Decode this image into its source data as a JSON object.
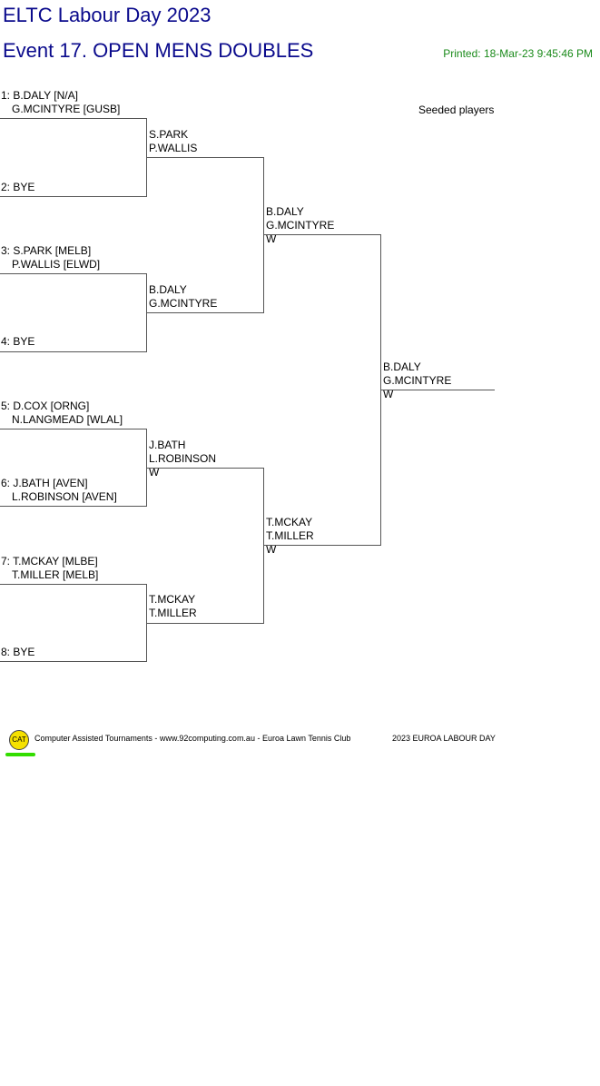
{
  "header": {
    "tournament": "ELTC Labour Day 2023",
    "event": "Event 17. OPEN MENS DOUBLES",
    "printed": "Printed: 18-Mar-23 9:45:46 PM",
    "seeded_note": "Seeded players"
  },
  "draw": {
    "r1": [
      {
        "seed": "1: B.DALY [N/A]",
        "partner": "G.MCINTYRE [GUSB]"
      },
      {
        "seed": "2: BYE",
        "partner": ""
      },
      {
        "seed": "3: S.PARK [MELB]",
        "partner": "P.WALLIS [ELWD]"
      },
      {
        "seed": "4: BYE",
        "partner": ""
      },
      {
        "seed": "5: D.COX [ORNG]",
        "partner": "N.LANGMEAD [WLAL]"
      },
      {
        "seed": "6: J.BATH [AVEN]",
        "partner": "L.ROBINSON [AVEN]"
      },
      {
        "seed": "7: T.MCKAY [MLBE]",
        "partner": "T.MILLER [MELB]"
      },
      {
        "seed": "8: BYE",
        "partner": ""
      }
    ],
    "r2": [
      {
        "p1": "S.PARK",
        "p2": "P.WALLIS",
        "note": ""
      },
      {
        "p1": "B.DALY",
        "p2": "G.MCINTYRE",
        "note": ""
      },
      {
        "p1": "J.BATH",
        "p2": "L.ROBINSON",
        "note": "W"
      },
      {
        "p1": "T.MCKAY",
        "p2": "T.MILLER",
        "note": ""
      }
    ],
    "r3": [
      {
        "p1": "B.DALY",
        "p2": "G.MCINTYRE",
        "note": "W"
      },
      {
        "p1": "T.MCKAY",
        "p2": "T.MILLER",
        "note": "W"
      }
    ],
    "final": {
      "p1": "B.DALY",
      "p2": "G.MCINTYRE",
      "note": "W"
    }
  },
  "footer": {
    "logo_text": "CAT",
    "credit": "Computer Assisted Tournaments - www.92computing.com.au -  Euroa Lawn Tennis Club",
    "event_name": "2023 EUROA LABOUR DAY"
  }
}
